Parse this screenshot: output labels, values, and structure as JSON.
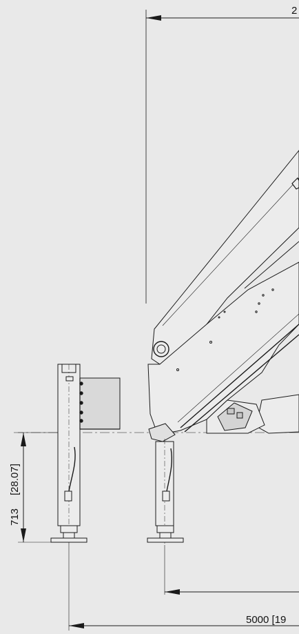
{
  "dimensions": {
    "top_width_label": "2",
    "outrigger_height": "713",
    "outrigger_height_imperial": "[28.07]",
    "total_width_label": "5000 [19"
  },
  "colors": {
    "background": "#e9e9e9",
    "line": "#1a1a1a",
    "crane_fill": "#ececec",
    "shade": "#9a9a9a"
  }
}
